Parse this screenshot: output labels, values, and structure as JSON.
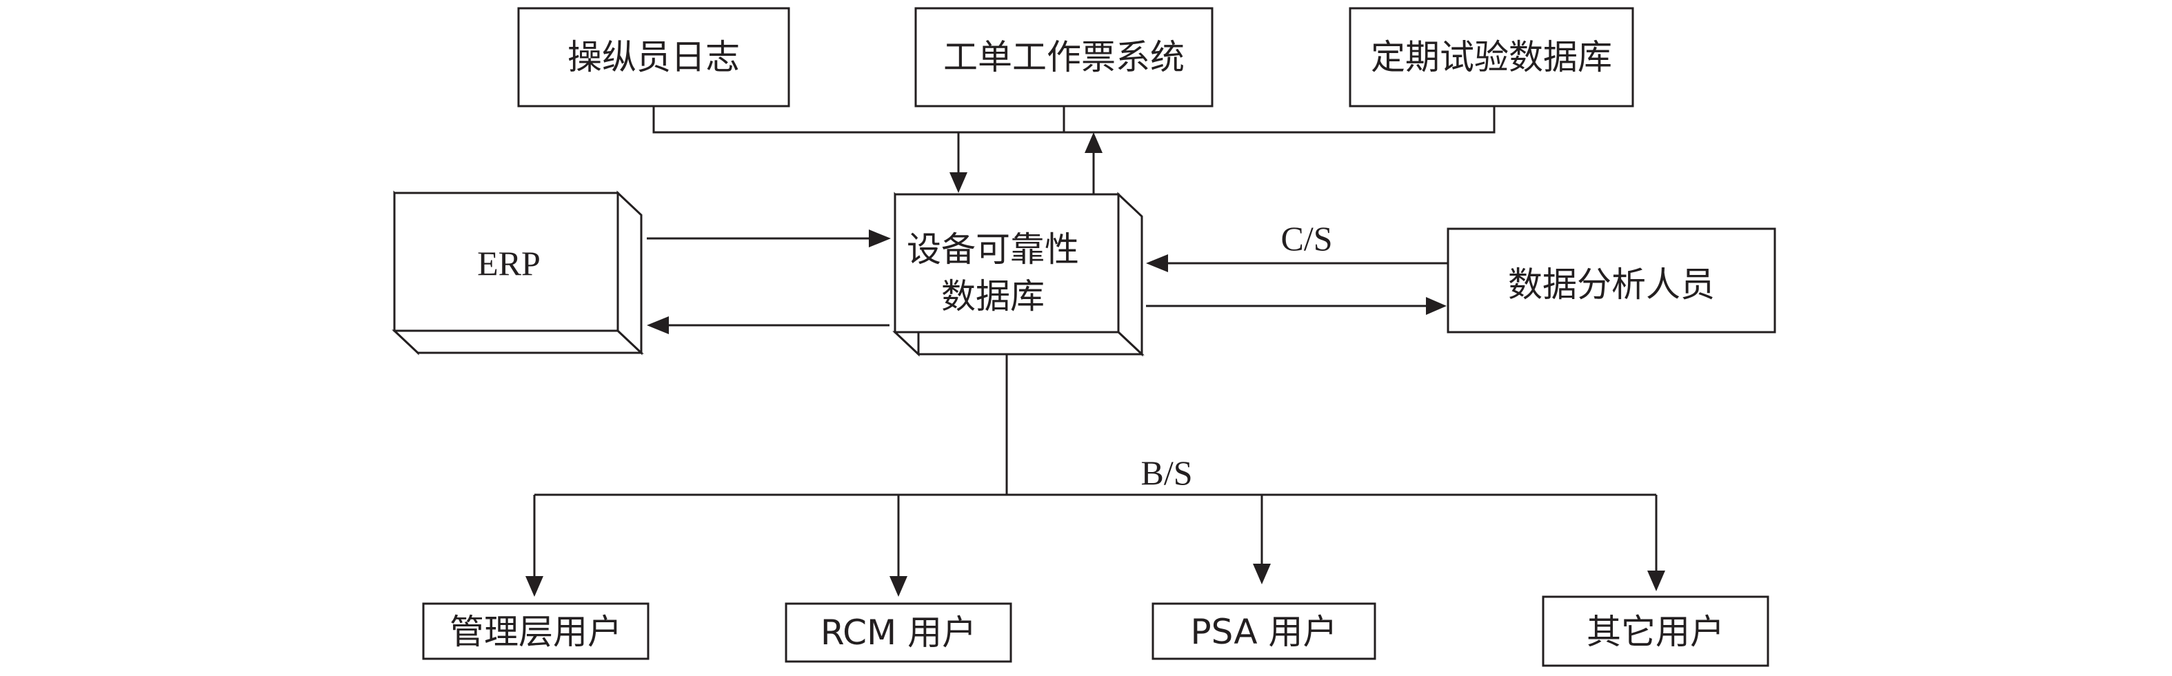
{
  "diagram": {
    "top_boxes": {
      "operator_log": "操纵员日志",
      "work_order": "工单工作票系统",
      "periodic_test": "定期试验数据库"
    },
    "center": {
      "line1": "设备可靠性",
      "line2": "数据库"
    },
    "erp": "ERP",
    "analyst": "数据分析人员",
    "cs_label": "C/S",
    "bs_label": "B/S",
    "bottom_boxes": {
      "management": "管理层用户",
      "rcm": "RCM 用户",
      "psa": "PSA 用户",
      "other": "其它用户"
    },
    "colors": {
      "stroke": "#231f20",
      "background": "#ffffff"
    }
  }
}
